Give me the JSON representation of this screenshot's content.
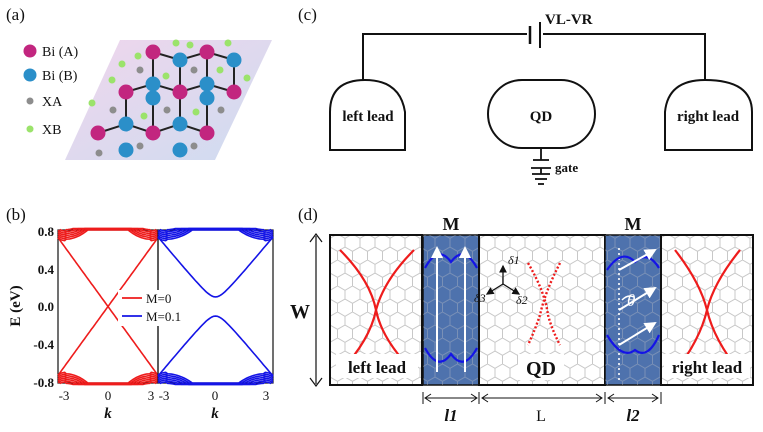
{
  "panels": {
    "a": {
      "label": "(a)",
      "legend": [
        {
          "text": "Bi (A)",
          "color": "#c2267f"
        },
        {
          "text": "Bi (B)",
          "color": "#2b8fc9"
        },
        {
          "text": "XA",
          "color": "#8d8d8d"
        },
        {
          "text": "XB",
          "color": "#9be36b"
        }
      ]
    },
    "b": {
      "label": "(b)",
      "ylabel": "E (eV)",
      "xlabel_left": "k",
      "xlabel_right": "k",
      "yticks": [
        "0.8",
        "0.4",
        "0.0",
        "-0.4",
        "-0.8"
      ],
      "xticks_left": [
        "-3",
        "0",
        "3"
      ],
      "xticks_right": [
        "-3",
        "0",
        "3"
      ],
      "legend": [
        {
          "text": "M=0",
          "color": "#ee1c1c"
        },
        {
          "text": "M=0.1",
          "color": "#1414e6"
        }
      ]
    },
    "c": {
      "label": "(c)",
      "voltage": "VL-VR",
      "left_lead": "left lead",
      "qd": "QD",
      "right_lead": "right lead",
      "gate": "gate"
    },
    "d": {
      "label": "(d)",
      "W": "W",
      "M1": "M",
      "M2": "M",
      "left_lead": "left lead",
      "qd": "QD",
      "right_lead": "right lead",
      "theta": "θ",
      "delta1": "δ1",
      "delta2": "δ2",
      "delta3": "δ3",
      "l1": "l1",
      "L": "L",
      "l2": "l2"
    }
  }
}
